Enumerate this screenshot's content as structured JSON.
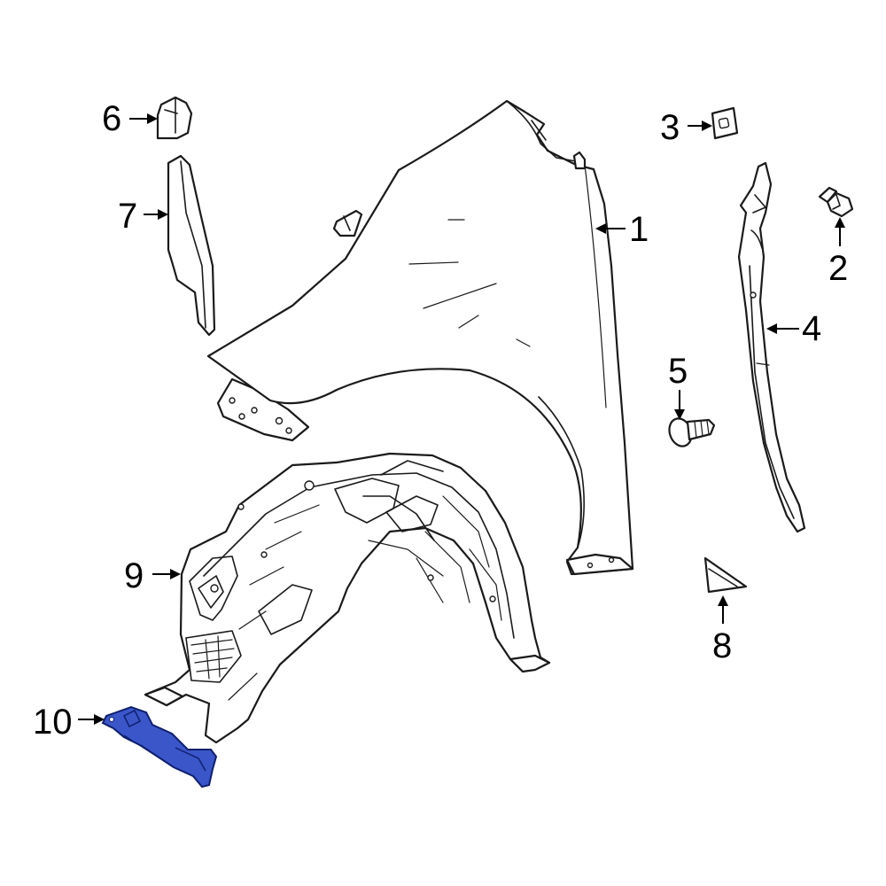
{
  "colors": {
    "line": "#1a1a1a",
    "background": "#ffffff",
    "highlight_fill": "#3a56c9",
    "highlight_stroke": "#0f1f6e"
  },
  "highlighted_part": "10",
  "callouts": [
    {
      "id": "1",
      "label": "1"
    },
    {
      "id": "2",
      "label": "2"
    },
    {
      "id": "3",
      "label": "3"
    },
    {
      "id": "4",
      "label": "4"
    },
    {
      "id": "5",
      "label": "5"
    },
    {
      "id": "6",
      "label": "6"
    },
    {
      "id": "7",
      "label": "7"
    },
    {
      "id": "8",
      "label": "8"
    },
    {
      "id": "9",
      "label": "9"
    },
    {
      "id": "10",
      "label": "10"
    }
  ]
}
